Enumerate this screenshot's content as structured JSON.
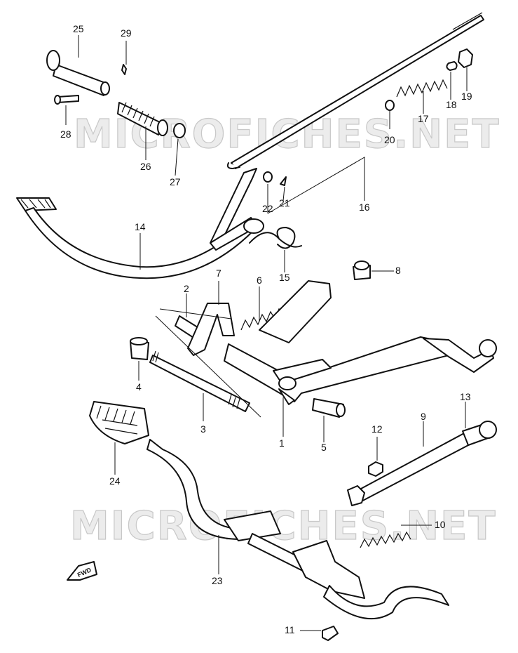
{
  "watermark": "MICROFICHES.NET",
  "forward_label": "FWD",
  "colors": {
    "line": "#111111",
    "watermark": "#c8c8c8",
    "background": "#ffffff"
  },
  "callouts": [
    {
      "id": "c1",
      "text": "1"
    },
    {
      "id": "c2",
      "text": "2"
    },
    {
      "id": "c3",
      "text": "3"
    },
    {
      "id": "c4",
      "text": "4"
    },
    {
      "id": "c5",
      "text": "5"
    },
    {
      "id": "c6",
      "text": "6"
    },
    {
      "id": "c7",
      "text": "7"
    },
    {
      "id": "c8",
      "text": "8"
    },
    {
      "id": "c9",
      "text": "9"
    },
    {
      "id": "c10",
      "text": "10"
    },
    {
      "id": "c11",
      "text": "11"
    },
    {
      "id": "c12",
      "text": "12"
    },
    {
      "id": "c13",
      "text": "13"
    },
    {
      "id": "c14",
      "text": "14"
    },
    {
      "id": "c15",
      "text": "15"
    },
    {
      "id": "c16",
      "text": "16"
    },
    {
      "id": "c17",
      "text": "17"
    },
    {
      "id": "c18",
      "text": "18"
    },
    {
      "id": "c19",
      "text": "19"
    },
    {
      "id": "c20",
      "text": "20"
    },
    {
      "id": "c21",
      "text": "21"
    },
    {
      "id": "c22",
      "text": "22"
    },
    {
      "id": "c23",
      "text": "23"
    },
    {
      "id": "c24",
      "text": "24"
    },
    {
      "id": "c25",
      "text": "25"
    },
    {
      "id": "c26",
      "text": "26"
    },
    {
      "id": "c27",
      "text": "27"
    },
    {
      "id": "c28",
      "text": "28"
    },
    {
      "id": "c29",
      "text": "29"
    }
  ]
}
